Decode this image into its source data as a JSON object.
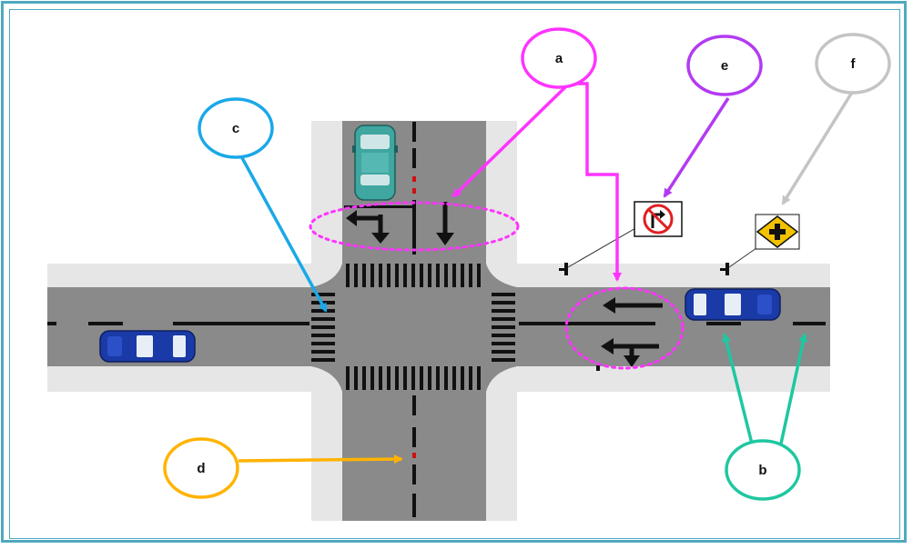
{
  "labels": {
    "a": "a",
    "b": "b",
    "c": "c",
    "d": "d",
    "e": "e",
    "f": "f"
  },
  "colors": {
    "frame": "#4fa9bf",
    "road": "#8a8a8a",
    "sidewalk": "#e6e6e6",
    "label_a": "#ff33ff",
    "label_b": "#1fc7a0",
    "label_c": "#1aa8e8",
    "label_d": "#ffb300",
    "label_e": "#b23bf2",
    "label_f": "#c4c4c4",
    "car_blue": "#1a3aa8",
    "car_teal": "#3fa6a0"
  },
  "signs": {
    "no_right_turn": "no-right-turn-sign",
    "crossroad_warning": "crossroad-warning-sign"
  }
}
